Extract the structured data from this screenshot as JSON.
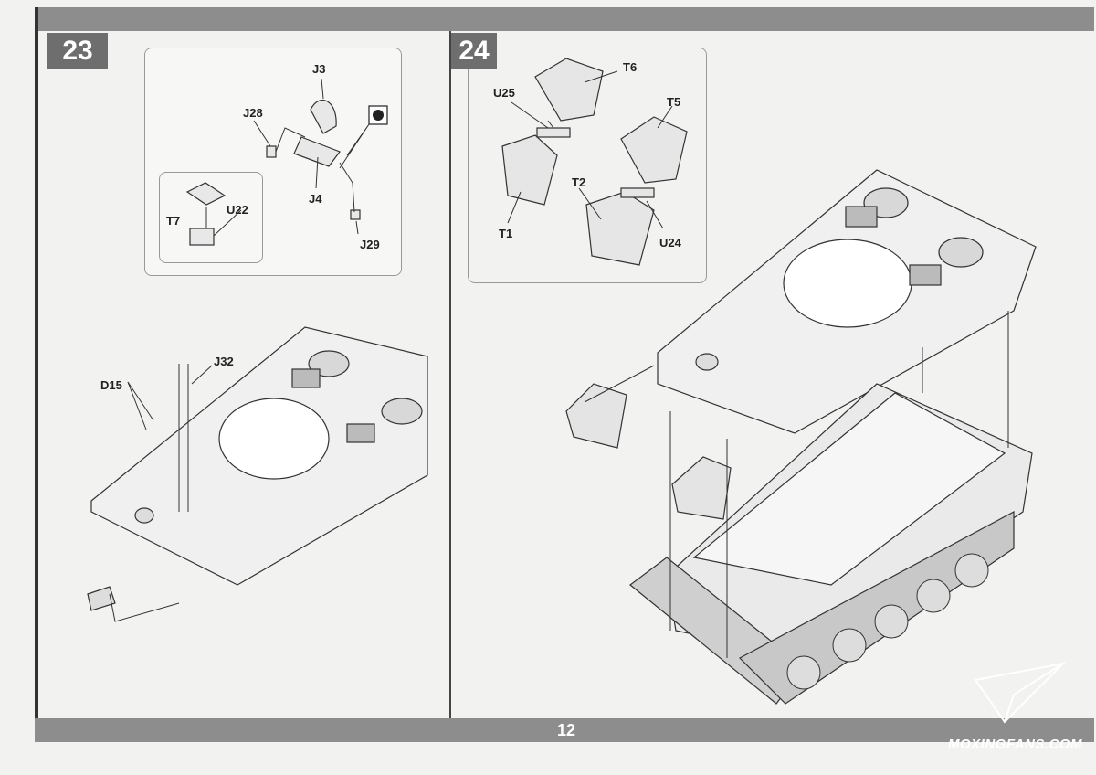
{
  "page_number": "12",
  "steps": [
    {
      "number": "23",
      "detail_labels": [
        "J3",
        "J28",
        "J4",
        "J29"
      ],
      "sub_detail_labels": [
        "T7",
        "U22"
      ],
      "main_labels": [
        "D15",
        "J32"
      ]
    },
    {
      "number": "24",
      "detail_labels": [
        "T6",
        "U25",
        "T5",
        "T2",
        "T1",
        "U24"
      ]
    }
  ],
  "watermark": "MOXINGFANS.COM",
  "icons": [
    "cement-icon",
    "paper-plane-logo"
  ]
}
